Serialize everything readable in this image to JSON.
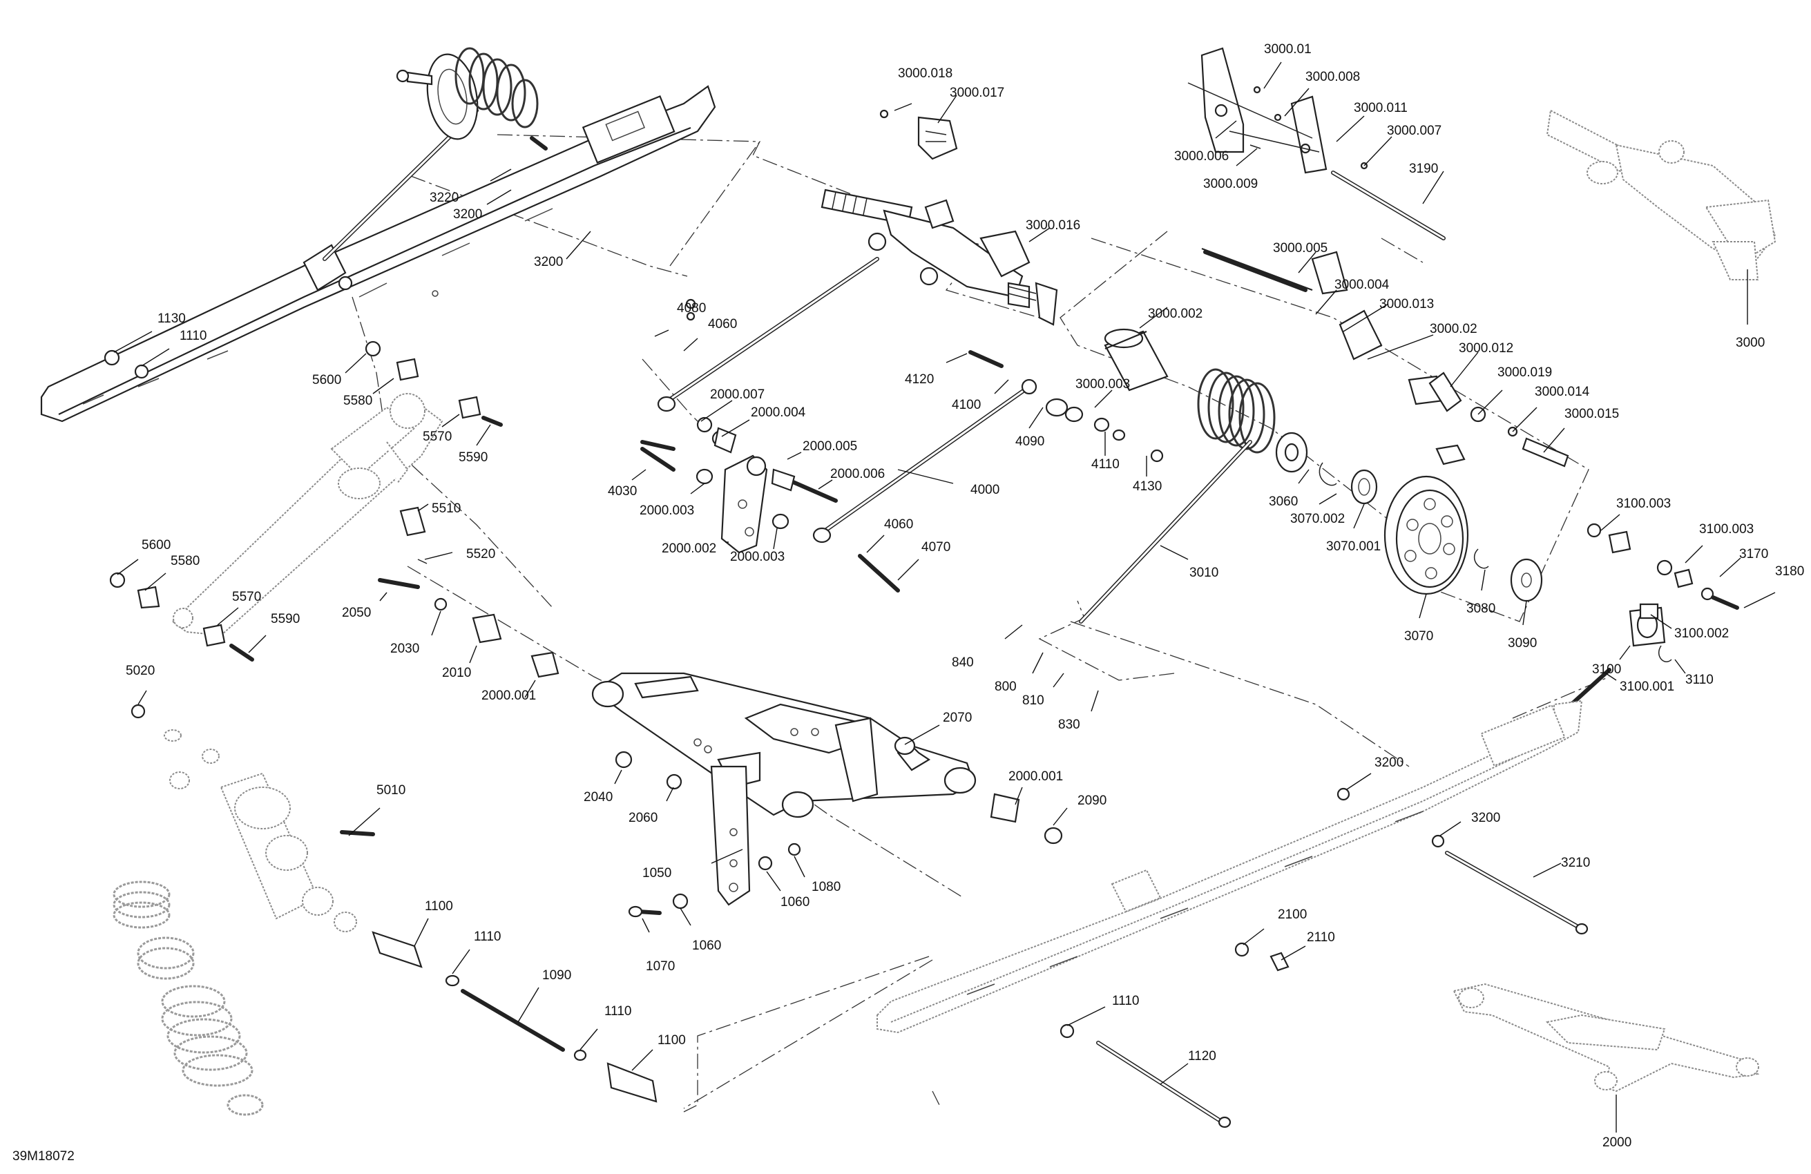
{
  "figure_code": "39M18072",
  "callouts": [
    "3000.018",
    "3000.017",
    "3000.01",
    "3000.008",
    "3000.011",
    "3000.007",
    "3000.006",
    "3000.009",
    "3190",
    "3000",
    "3220",
    "3200",
    "3200",
    "3000.016",
    "3000.005",
    "3000.004",
    "3000.013",
    "3000.002",
    "3000.02",
    "3000.012",
    "3000.019",
    "3000.014",
    "3000.015",
    "3000.003",
    "1130",
    "1110",
    "5600",
    "5580",
    "5570",
    "5590",
    "4080",
    "4060",
    "2000.007",
    "2000.004",
    "2000.005",
    "2000.006",
    "4120",
    "4100",
    "4090",
    "4110",
    "4130",
    "4030",
    "2000.003",
    "2000.002",
    "2000.003",
    "4000",
    "4060",
    "4070",
    "3060",
    "3070.002",
    "3070.001",
    "3070",
    "3080",
    "3090",
    "3010",
    "5510",
    "5520",
    "5600",
    "5580",
    "5570",
    "5590",
    "2050",
    "2030",
    "2010",
    "2000.001",
    "840",
    "800",
    "810",
    "830",
    "3100.003",
    "3100.003",
    "3170",
    "3180",
    "3100.002",
    "3100",
    "3110",
    "3100.001",
    "5020",
    "5010",
    "2070",
    "2040",
    "2060",
    "2000.001",
    "2090",
    "3200",
    "3200",
    "3210",
    "1050",
    "1080",
    "1060",
    "1060",
    "1070",
    "1100",
    "1110",
    "1090",
    "1110",
    "1100",
    "2100",
    "2110",
    "1110",
    "1120",
    "2000"
  ]
}
